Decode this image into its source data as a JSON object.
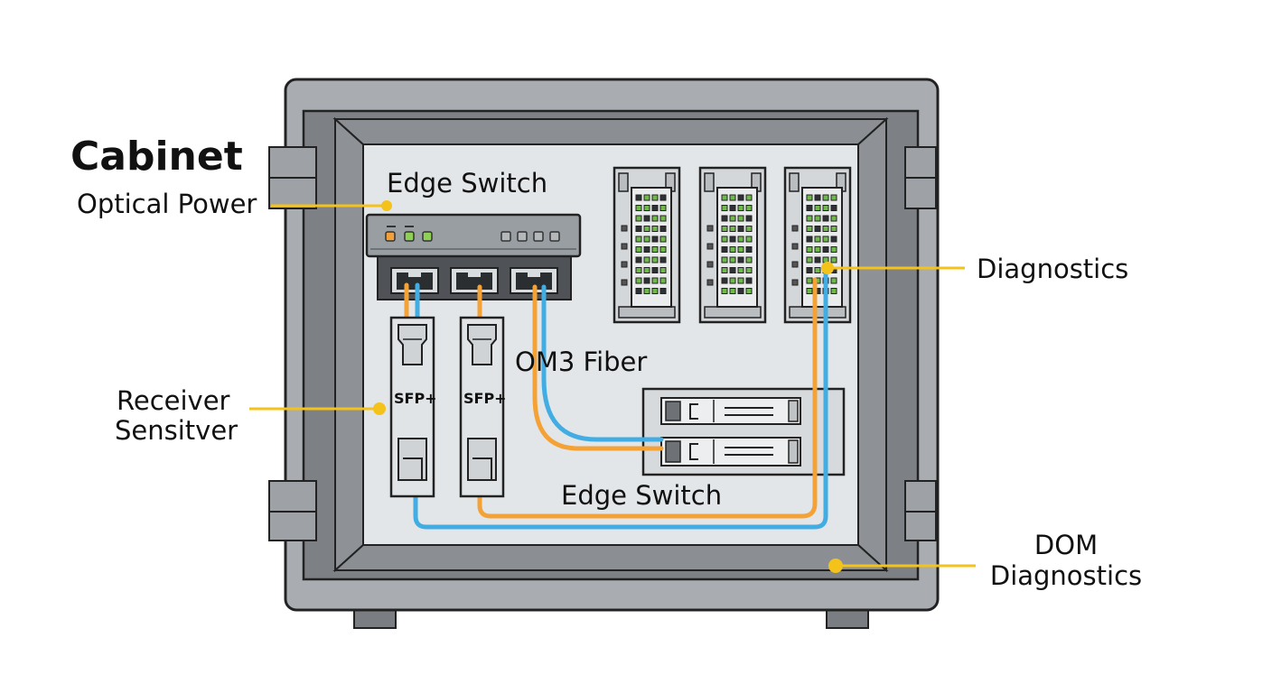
{
  "title": "Cabinet",
  "labels": {
    "optical_power": "Optical Power",
    "edge_switch_top": "Edge Switch",
    "diagnostics": "Diagnostics",
    "om3_fiber": "OM3 Fiber",
    "receiver_line1": "Receiver",
    "receiver_line2": "Sensitver",
    "edge_switch_bottom": "Edge Switch",
    "dom_line1": "DOM",
    "dom_line2": "Diagnostics",
    "sfp_left": "SFP+",
    "sfp_right": "SFP+"
  },
  "colors": {
    "cabinet_frame": "#a9adb1",
    "cabinet_inner": "#7d8185",
    "panel": "#e3e6e8",
    "switch_body": "#999ea3",
    "port_block": "#4f5357",
    "fiber_orange": "#f4a236",
    "fiber_blue": "#42ade2",
    "callout": "#f3c21b",
    "led_orange": "#f2a03c",
    "led_green": "#8fcf56",
    "io_led": "#6fb84a"
  },
  "icons": [
    "cabinet-icon",
    "switch-icon",
    "sfp-module-icon",
    "io-module-icon",
    "patch-panel-icon",
    "fiber-cable-icon"
  ]
}
